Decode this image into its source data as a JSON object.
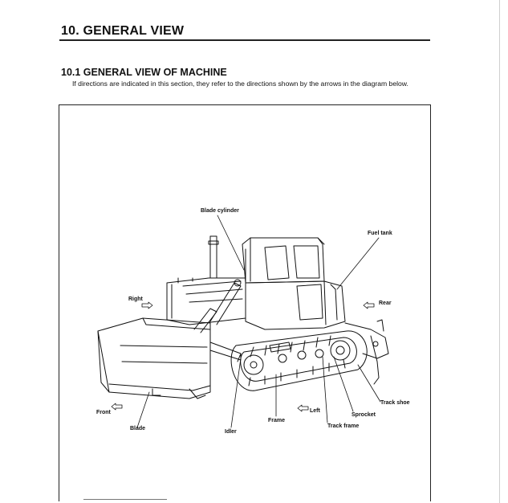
{
  "header": {
    "title": "10. GENERAL VIEW"
  },
  "section": {
    "heading": "10.1 GENERAL VIEW OF MACHINE",
    "intro": "If directions are indicated in this section, they refer to the directions shown by the arrows in the diagram below."
  },
  "figure": {
    "labels": {
      "blade_cylinder": "Blade cylinder",
      "fuel_tank": "Fuel tank",
      "right": "Right",
      "rear": "Rear",
      "front": "Front",
      "blade": "Blade",
      "idler": "Idler",
      "frame": "Frame",
      "left": "Left",
      "sprocket": "Sprocket",
      "track_frame": "Track frame",
      "track_shoe": "Track shoe"
    }
  }
}
